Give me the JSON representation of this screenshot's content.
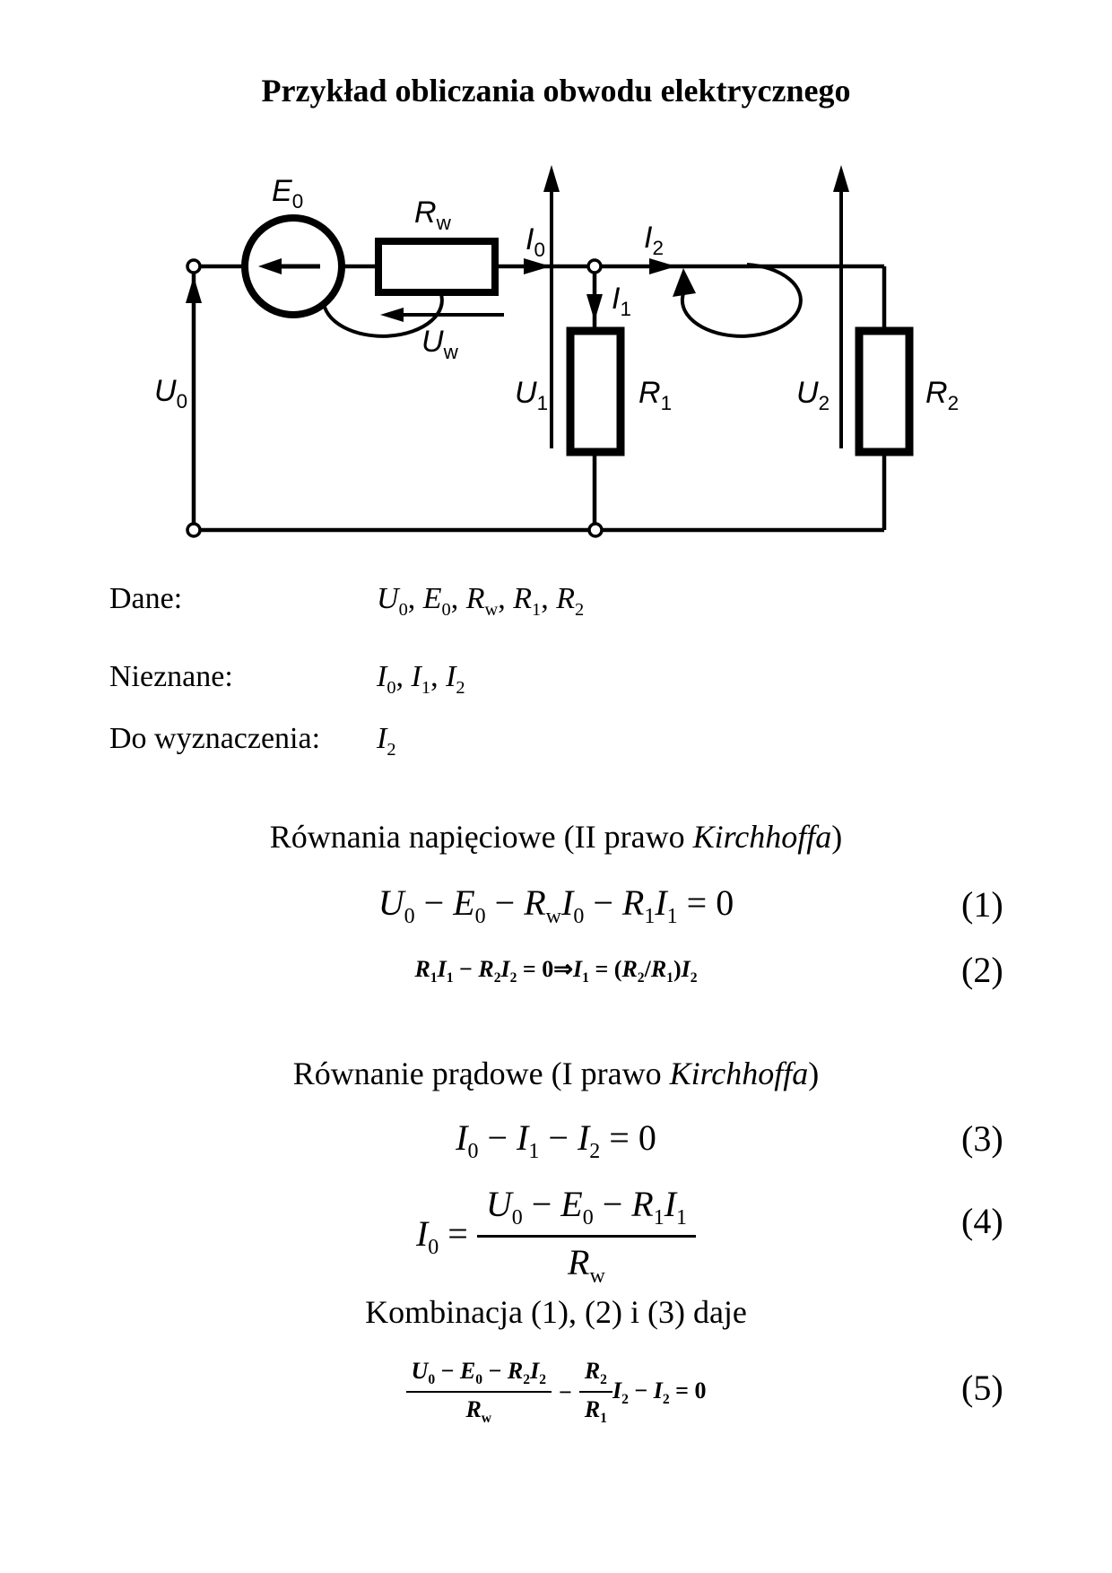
{
  "page": {
    "title": "Przykład obliczania obwodu elektrycznego",
    "background": "#ffffff",
    "ink": "#000000"
  },
  "circuit": {
    "labels": {
      "e0": [
        {
          "t": "E",
          "it": 1
        },
        {
          "t": "0",
          "sub": 1
        }
      ],
      "rw": [
        {
          "t": "R",
          "it": 1
        },
        {
          "t": "w",
          "sub": 1
        }
      ],
      "i0": [
        {
          "t": "I",
          "it": 1
        },
        {
          "t": "0",
          "sub": 1
        }
      ],
      "i2": [
        {
          "t": "I",
          "it": 1
        },
        {
          "t": "2",
          "sub": 1
        }
      ],
      "i1": [
        {
          "t": "I",
          "it": 1
        },
        {
          "t": "1",
          "sub": 1
        }
      ],
      "uw": [
        {
          "t": "U",
          "it": 1
        },
        {
          "t": "w",
          "sub": 1
        }
      ],
      "u0": [
        {
          "t": "U",
          "it": 1
        },
        {
          "t": "0",
          "sub": 1
        }
      ],
      "u1": [
        {
          "t": "U",
          "it": 1
        },
        {
          "t": "1",
          "sub": 1
        }
      ],
      "r1": [
        {
          "t": "R",
          "it": 1
        },
        {
          "t": "1",
          "sub": 1
        }
      ],
      "u2": [
        {
          "t": "U",
          "it": 1
        },
        {
          "t": "2",
          "sub": 1
        }
      ],
      "r2": [
        {
          "t": "R",
          "it": 1
        },
        {
          "t": "2",
          "sub": 1
        }
      ]
    }
  },
  "info_rows": [
    {
      "label": "Dane:",
      "tokens": [
        {
          "t": "U",
          "it": 1
        },
        {
          "t": "0",
          "sub": 1
        },
        {
          "t": ", "
        },
        {
          "t": "E",
          "it": 1
        },
        {
          "t": "0",
          "sub": 1
        },
        {
          "t": ", "
        },
        {
          "t": "R",
          "it": 1
        },
        {
          "t": "w",
          "sub": 1
        },
        {
          "t": ", "
        },
        {
          "t": "R",
          "it": 1
        },
        {
          "t": "1",
          "sub": 1
        },
        {
          "t": ", "
        },
        {
          "t": "R",
          "it": 1
        },
        {
          "t": "2",
          "sub": 1
        }
      ]
    },
    {
      "label": "Nieznane:",
      "tokens": [
        {
          "t": "I",
          "it": 1
        },
        {
          "t": "0",
          "sub": 1
        },
        {
          "t": ", "
        },
        {
          "t": "I",
          "it": 1
        },
        {
          "t": "1",
          "sub": 1
        },
        {
          "t": ", "
        },
        {
          "t": "I",
          "it": 1
        },
        {
          "t": "2",
          "sub": 1
        }
      ]
    },
    {
      "label": "Do wyznaczenia:",
      "tokens": [
        {
          "t": "I",
          "it": 1
        },
        {
          "t": "2",
          "sub": 1
        }
      ]
    }
  ],
  "sections": {
    "voltage_heading": [
      {
        "t": "Równania napięciowe (II prawo "
      },
      {
        "t": "Kirchhoffa",
        "it": 1
      },
      {
        "t": ")"
      }
    ],
    "current_heading": [
      {
        "t": "Równanie prądowe (I prawo "
      },
      {
        "t": "Kirchhoffa",
        "it": 1
      },
      {
        "t": ")"
      }
    ],
    "combination_heading": [
      {
        "t": "Kombinacja (1), (2) i (3) daje"
      }
    ]
  },
  "equations": {
    "eq1": {
      "number": "(1)",
      "tokens": [
        {
          "t": "U",
          "it": 1
        },
        {
          "t": "0",
          "sub": 1
        },
        {
          "t": " − "
        },
        {
          "t": "E",
          "it": 1
        },
        {
          "t": "0",
          "sub": 1
        },
        {
          "t": " − "
        },
        {
          "t": "R",
          "it": 1
        },
        {
          "t": "w",
          "sub": 1
        },
        {
          "t": "I",
          "it": 1
        },
        {
          "t": "0",
          "sub": 1
        },
        {
          "t": " − "
        },
        {
          "t": "R",
          "it": 1
        },
        {
          "t": "1",
          "sub": 1
        },
        {
          "t": "I",
          "it": 1
        },
        {
          "t": "1",
          "sub": 1
        },
        {
          "t": " = 0"
        }
      ]
    },
    "eq2": {
      "number": "(2)",
      "tokens": [
        {
          "t": "R",
          "it": 1
        },
        {
          "t": "1",
          "sub": 1
        },
        {
          "t": "I",
          "it": 1
        },
        {
          "t": "1",
          "sub": 1
        },
        {
          "t": " − "
        },
        {
          "t": "R",
          "it": 1
        },
        {
          "t": "2",
          "sub": 1
        },
        {
          "t": "I",
          "it": 1
        },
        {
          "t": "2",
          "sub": 1
        },
        {
          "t": " = 0"
        },
        {
          "t": "⇒"
        },
        {
          "t": "I",
          "it": 1
        },
        {
          "t": "1",
          "sub": 1
        },
        {
          "t": " = ("
        },
        {
          "t": "R",
          "it": 1
        },
        {
          "t": "2",
          "sub": 1
        },
        {
          "t": "/"
        },
        {
          "t": "R",
          "it": 1
        },
        {
          "t": "1",
          "sub": 1
        },
        {
          "t": ")"
        },
        {
          "t": "I",
          "it": 1
        },
        {
          "t": "2",
          "sub": 1
        }
      ]
    },
    "eq3": {
      "number": "(3)",
      "tokens": [
        {
          "t": "I",
          "it": 1
        },
        {
          "t": "0",
          "sub": 1
        },
        {
          "t": " − "
        },
        {
          "t": "I",
          "it": 1
        },
        {
          "t": "1",
          "sub": 1
        },
        {
          "t": " − "
        },
        {
          "t": "I",
          "it": 1
        },
        {
          "t": "2",
          "sub": 1
        },
        {
          "t": " = 0"
        }
      ]
    },
    "eq4": {
      "number": "(4)",
      "lhs": [
        {
          "t": "I",
          "it": 1
        },
        {
          "t": "0",
          "sub": 1
        },
        {
          "t": " = "
        }
      ],
      "num": [
        {
          "t": "U",
          "it": 1
        },
        {
          "t": "0",
          "sub": 1
        },
        {
          "t": " − "
        },
        {
          "t": "E",
          "it": 1
        },
        {
          "t": "0",
          "sub": 1
        },
        {
          "t": " − "
        },
        {
          "t": "R",
          "it": 1
        },
        {
          "t": "1",
          "sub": 1
        },
        {
          "t": "I",
          "it": 1
        },
        {
          "t": "1",
          "sub": 1
        }
      ],
      "den": [
        {
          "t": "R",
          "it": 1
        },
        {
          "t": "w",
          "sub": 1
        }
      ]
    },
    "eq5": {
      "number": "(5)",
      "num1": [
        {
          "t": "U",
          "it": 1
        },
        {
          "t": "0",
          "sub": 1
        },
        {
          "t": " − "
        },
        {
          "t": "E",
          "it": 1
        },
        {
          "t": "0",
          "sub": 1
        },
        {
          "t": " − "
        },
        {
          "t": "R",
          "it": 1
        },
        {
          "t": "2",
          "sub": 1
        },
        {
          "t": "I",
          "it": 1
        },
        {
          "t": "2",
          "sub": 1
        }
      ],
      "den1": [
        {
          "t": "R",
          "it": 1
        },
        {
          "t": "w",
          "sub": 1
        }
      ],
      "minus": "−",
      "num2": [
        {
          "t": "R",
          "it": 1
        },
        {
          "t": "2",
          "sub": 1
        }
      ],
      "den2": [
        {
          "t": "R",
          "it": 1
        },
        {
          "t": "1",
          "sub": 1
        }
      ],
      "rest": [
        {
          "t": "I",
          "it": 1
        },
        {
          "t": "2",
          "sub": 1
        },
        {
          "t": " − "
        },
        {
          "t": "I",
          "it": 1
        },
        {
          "t": "2",
          "sub": 1
        },
        {
          "t": " = 0"
        }
      ]
    }
  }
}
